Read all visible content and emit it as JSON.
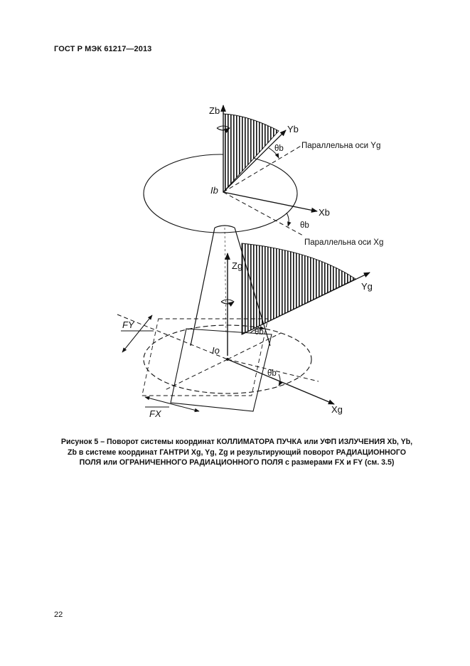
{
  "document": {
    "header": "ГОСТ Р МЭК 61217—2013",
    "page_number": "22"
  },
  "figure": {
    "labels": {
      "zb": "Zb",
      "yb": "Yb",
      "theta_b_top": "θb",
      "parallel_yg": "Параллельна оси Yg",
      "ib": "Ib",
      "xb": "Xb",
      "theta_b_mid": "θb",
      "parallel_xg": "Параллельна оси Xg",
      "zg": "Zg",
      "yg": "Yg",
      "fy": "FY",
      "theta_b_low": "θb",
      "io": "Io",
      "theta_b_bottom": "θb",
      "fx": "FX",
      "xg": "Xg"
    }
  },
  "caption": {
    "line1": "Рисунок 5 – Поворот системы координат КОЛЛИМАТОРА ПУЧКА или УФП ИЗЛУЧЕНИЯ Xb, Yb,",
    "line2": "Zb в системе координат ГАНТРИ Xg, Yg, Zg  и результирующий поворот РАДИАЦИОННОГО",
    "line3": "ПОЛЯ или ОГРАНИЧЕННОГО РАДИАЦИОННОГО ПОЛЯ с размерами FX и FY (см. 3.5)"
  }
}
